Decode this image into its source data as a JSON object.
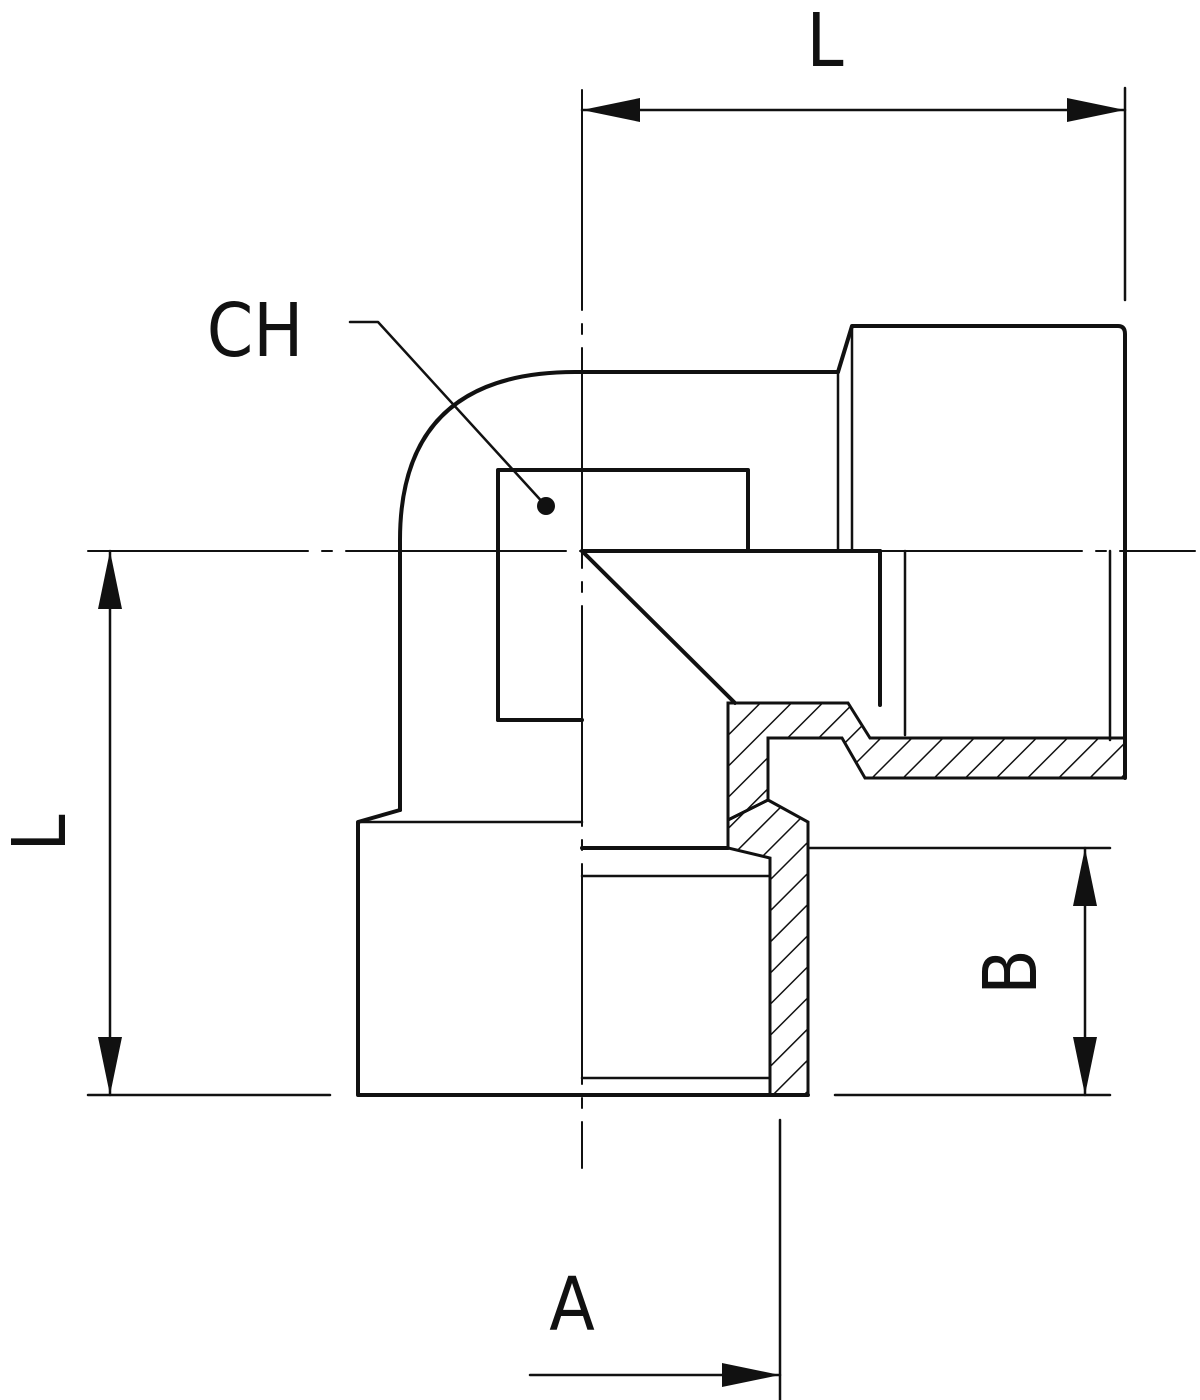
{
  "drawing": {
    "labels": {
      "top_length": "L",
      "left_length": "L",
      "hex": "CH",
      "thread_depth": "B",
      "thread_size": "A"
    },
    "colors": {
      "line": "#111111",
      "background": "#ffffff"
    }
  }
}
